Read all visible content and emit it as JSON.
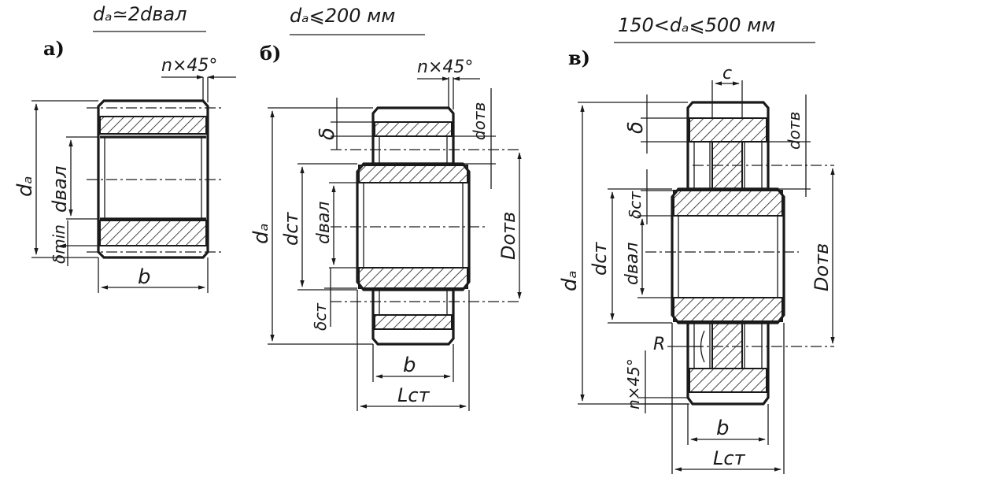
{
  "headers": {
    "a": "dₐ≃2dвал",
    "b": "dₐ⩽200 мм",
    "c": "150<dₐ⩽500 мм"
  },
  "variants": {
    "a": {
      "caption": "а)",
      "labels": {
        "chamfer": "n×45°",
        "da": "dₐ",
        "dval": "dвал",
        "delta_min": "δmin",
        "b": "b"
      }
    },
    "b": {
      "caption": "б)",
      "labels": {
        "chamfer": "n×45°",
        "delta": "δ",
        "dotv": "dотв",
        "da": "dₐ",
        "dst": "dст",
        "dval": "dвал",
        "Dotv": "Dотв",
        "delta_st": "δст",
        "b": "b",
        "Lst": "Lст"
      }
    },
    "c": {
      "caption": "в)",
      "labels": {
        "c": "c",
        "delta": "δ",
        "dotv": "dотв",
        "delta_st": "δст",
        "da": "dₐ",
        "dst": "dст",
        "dval": "dвал",
        "Dotv": "Dотв",
        "R": "R",
        "chamfer": "n×45°",
        "b": "b",
        "Lst": "Lст"
      }
    }
  }
}
